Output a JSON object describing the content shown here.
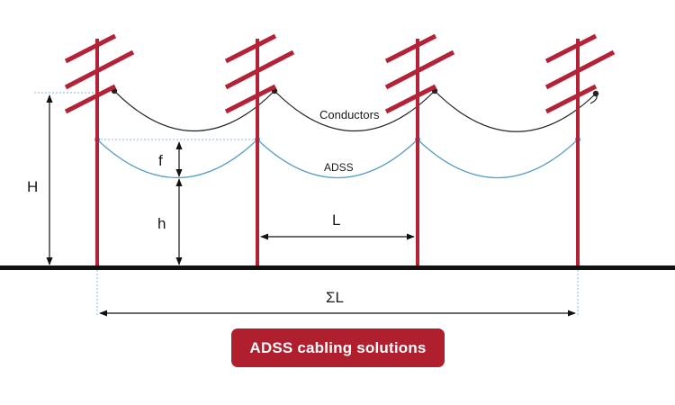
{
  "labels": {
    "conductors": "Conductors",
    "adss": "ADSS",
    "H": "H",
    "f": "f",
    "h": "h",
    "L": "L",
    "sumL": "ΣL"
  },
  "caption": "ADSS cabling solutions",
  "colors": {
    "pole": "#b32236",
    "conductor": "#222222",
    "adss_cable": "#5a9fc2",
    "adss_point": "#3aa0e0",
    "ground": "#111111",
    "dimension": "#111111",
    "guide": "#8fb8d6",
    "caption_bg": "#b01f2e",
    "caption_text": "#ffffff"
  },
  "pole_count": 4
}
